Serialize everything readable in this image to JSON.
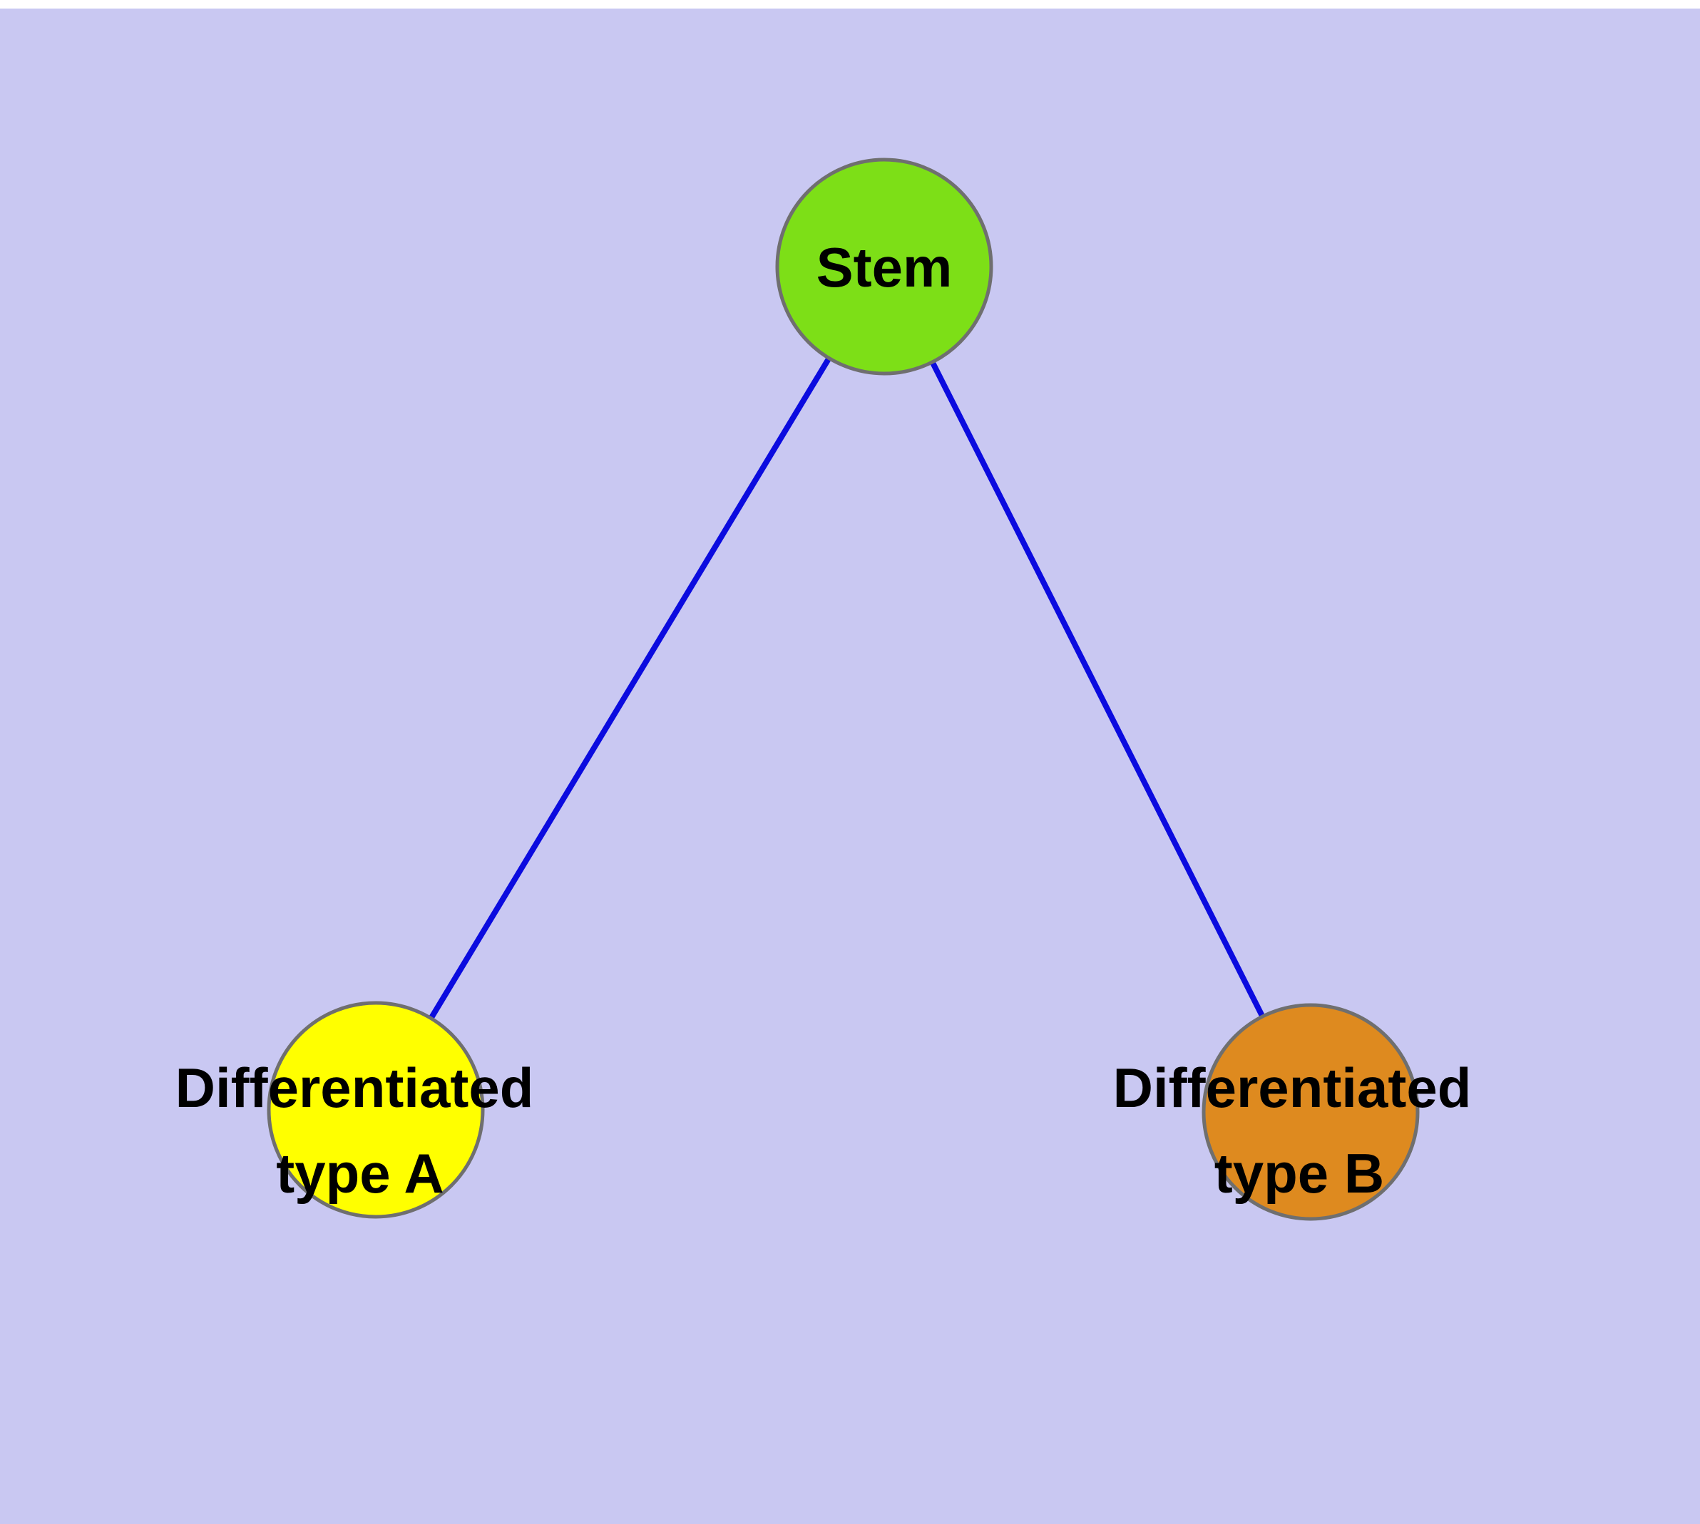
{
  "diagram": {
    "background_color": "#c9c8f2",
    "top_margin_color": "#ffffff",
    "edge_color": "#0b0bdf",
    "node_border_color": "#6f6f6f",
    "text_color": "#000000",
    "nodes": {
      "stem": {
        "label": "Stem",
        "fill": "#7ddf17"
      },
      "type_a": {
        "label_line1": "Differentiated",
        "label_line2": "type A",
        "fill": "#ffff00"
      },
      "type_b": {
        "label_line1": "Differentiated",
        "label_line2": "type B",
        "fill": "#de8a1f"
      }
    },
    "edges": [
      {
        "from": "Stem",
        "to": "Differentiated type A"
      },
      {
        "from": "Stem",
        "to": "Differentiated type B"
      }
    ]
  }
}
